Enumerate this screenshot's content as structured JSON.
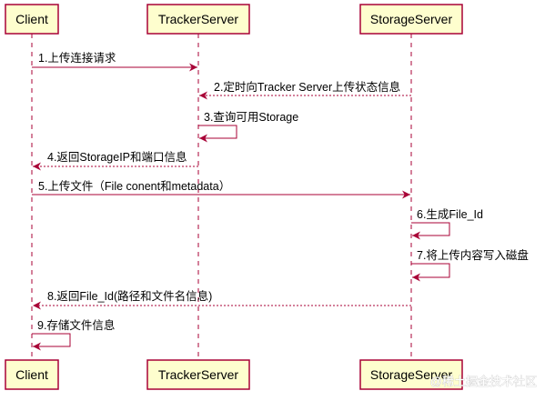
{
  "participants": [
    "Client",
    "TrackerServer",
    "StorageServer"
  ],
  "messages": [
    {
      "id": "m1",
      "from": 0,
      "to": 1,
      "style": "solid",
      "label": "1.上传连接请求"
    },
    {
      "id": "m2",
      "from": 2,
      "to": 1,
      "style": "dashed",
      "label": "2.定时向Tracker Server上传状态信息"
    },
    {
      "id": "m3",
      "from": 1,
      "to": 1,
      "style": "solid",
      "label": "3.查询可用Storage"
    },
    {
      "id": "m4",
      "from": 1,
      "to": 0,
      "style": "dashed",
      "label": "4.返回StorageIP和端口信息"
    },
    {
      "id": "m5",
      "from": 0,
      "to": 2,
      "style": "solid",
      "label": "5.上传文件（File conent和metadata）"
    },
    {
      "id": "m6",
      "from": 2,
      "to": 2,
      "style": "solid",
      "label": "6.生成File_Id"
    },
    {
      "id": "m7",
      "from": 2,
      "to": 2,
      "style": "solid",
      "label": "7.将上传内容写入磁盘"
    },
    {
      "id": "m8",
      "from": 2,
      "to": 0,
      "style": "dashed",
      "label": "8.返回File_Id(路径和文件名信息)"
    },
    {
      "id": "m9",
      "from": 0,
      "to": 0,
      "style": "solid",
      "label": "9.存储文件信息"
    }
  ],
  "watermark": "@稀土掘金技术社区",
  "colors": {
    "box_fill": "#FEFECE",
    "line": "#A80036"
  }
}
